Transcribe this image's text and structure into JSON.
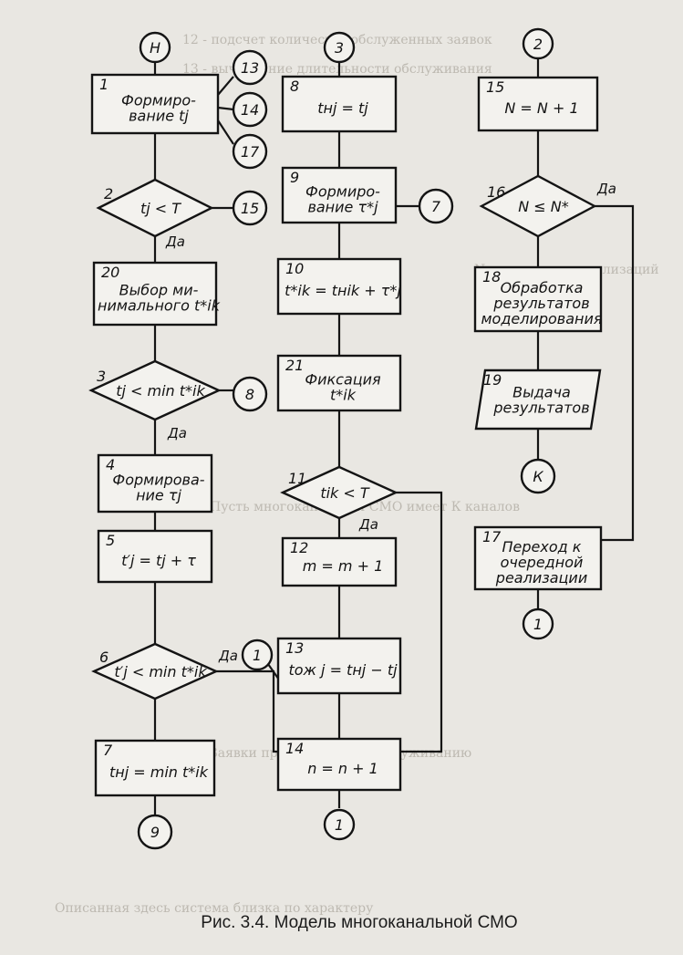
{
  "caption": "Рис. 3.4. Модель многоканальной СМО",
  "yes_label": "Да",
  "background_text": [
    "12 - подсчет количества обслуженных заявок",
    "13 - вычисление длительности обслуживания",
    "N - количество реализаций",
    "Пусть многоканальная СМО имеет К каналов",
    "Заявки принимаются к обслуживанию",
    "Описанная здесь система близка по характеру"
  ],
  "nodes": [
    {
      "id": "H",
      "shape": "connector",
      "text": "Н"
    },
    {
      "id": "b1",
      "shape": "process",
      "num": "1",
      "lines": [
        "Формиро-",
        "вание tj"
      ]
    },
    {
      "id": "b2",
      "shape": "decision",
      "num": "2",
      "lines": [
        "tj < T"
      ]
    },
    {
      "id": "b20",
      "shape": "process",
      "num": "20",
      "lines": [
        "Выбор ми-",
        "нимального t*ik"
      ]
    },
    {
      "id": "b3",
      "shape": "decision",
      "num": "3",
      "lines": [
        "tj < min t*ik"
      ]
    },
    {
      "id": "b4",
      "shape": "process",
      "num": "4",
      "lines": [
        "Формирова-",
        "ние τj"
      ]
    },
    {
      "id": "b5",
      "shape": "process",
      "num": "5",
      "lines": [
        "t′j = tj + τ"
      ]
    },
    {
      "id": "b6",
      "shape": "decision",
      "num": "6",
      "lines": [
        "t′j < min t*ik"
      ]
    },
    {
      "id": "b7",
      "shape": "process",
      "num": "7",
      "lines": [
        "tнj = min t*ik"
      ]
    },
    {
      "id": "c9",
      "shape": "connector",
      "text": "9"
    },
    {
      "id": "c13",
      "shape": "connector",
      "text": "13"
    },
    {
      "id": "c14",
      "shape": "connector",
      "text": "14"
    },
    {
      "id": "c17",
      "shape": "connector",
      "text": "17"
    },
    {
      "id": "c15a",
      "shape": "connector",
      "text": "15"
    },
    {
      "id": "c8a",
      "shape": "connector",
      "text": "8"
    },
    {
      "id": "c3",
      "shape": "connector",
      "text": "3"
    },
    {
      "id": "b8",
      "shape": "process",
      "num": "8",
      "lines": [
        "tнj = tj"
      ]
    },
    {
      "id": "b9",
      "shape": "process",
      "num": "9",
      "lines": [
        "Формиро-",
        "вание τ*j"
      ]
    },
    {
      "id": "c7",
      "shape": "connector",
      "text": "7"
    },
    {
      "id": "b10",
      "shape": "process",
      "num": "10",
      "lines": [
        "t*ik = tнik + τ*j"
      ]
    },
    {
      "id": "b21",
      "shape": "process",
      "num": "21",
      "lines": [
        "Фиксация",
        "t*ik"
      ]
    },
    {
      "id": "b11",
      "shape": "decision",
      "num": "11",
      "lines": [
        "tik < T"
      ]
    },
    {
      "id": "b12",
      "shape": "process",
      "num": "12",
      "lines": [
        "m = m + 1"
      ]
    },
    {
      "id": "c1a",
      "shape": "connector",
      "text": "1"
    },
    {
      "id": "b13",
      "shape": "process",
      "num": "13",
      "lines": [
        "tож j = tнj − tj"
      ]
    },
    {
      "id": "b14",
      "shape": "process",
      "num": "14",
      "lines": [
        "n = n + 1"
      ]
    },
    {
      "id": "c1b",
      "shape": "connector",
      "text": "1"
    },
    {
      "id": "c2",
      "shape": "connector",
      "text": "2"
    },
    {
      "id": "b15",
      "shape": "process",
      "num": "15",
      "lines": [
        "N = N + 1"
      ]
    },
    {
      "id": "b16",
      "shape": "decision",
      "num": "16",
      "lines": [
        "N ≤ N*"
      ]
    },
    {
      "id": "b18",
      "shape": "process",
      "num": "18",
      "lines": [
        "Обработка",
        "результатов",
        "моделирования"
      ]
    },
    {
      "id": "b19",
      "shape": "io",
      "num": "19",
      "lines": [
        "Выдача",
        "результатов"
      ]
    },
    {
      "id": "K",
      "shape": "connector",
      "text": "К"
    },
    {
      "id": "b17",
      "shape": "process",
      "num": "17",
      "lines": [
        "Переход к",
        "очередной",
        "реализации"
      ]
    },
    {
      "id": "c1c",
      "shape": "connector",
      "text": "1"
    }
  ]
}
